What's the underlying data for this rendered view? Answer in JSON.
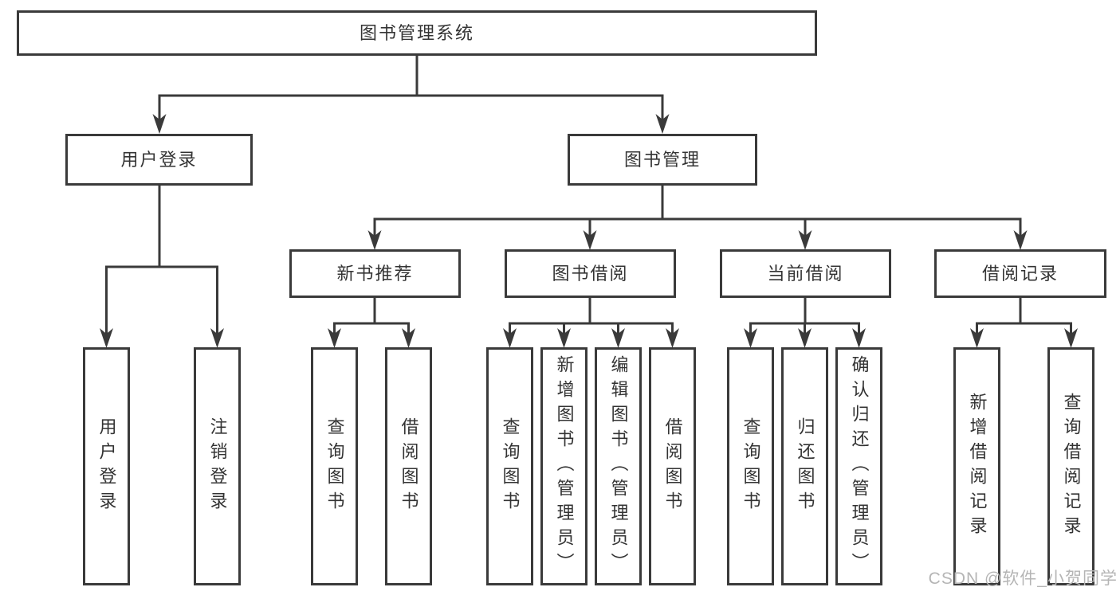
{
  "tree": {
    "label": "图书管理系统",
    "children": [
      {
        "label": "用户登录",
        "children": [
          {
            "label": "用户登录"
          },
          {
            "label": "注销登录"
          }
        ]
      },
      {
        "label": "图书管理",
        "children": [
          {
            "label": "新书推荐",
            "children": [
              {
                "label": "查询图书"
              },
              {
                "label": "借阅图书"
              }
            ]
          },
          {
            "label": "图书借阅",
            "children": [
              {
                "label": "查询图书"
              },
              {
                "label": "新增图书（管理员）"
              },
              {
                "label": "编辑图书（管理员）"
              },
              {
                "label": "借阅图书"
              }
            ]
          },
          {
            "label": "当前借阅",
            "children": [
              {
                "label": "查询图书"
              },
              {
                "label": "归还图书"
              },
              {
                "label": "确认归还（管理员）"
              }
            ]
          },
          {
            "label": "借阅记录",
            "children": [
              {
                "label": "新增借阅记录"
              },
              {
                "label": "查询借阅记录"
              }
            ]
          }
        ]
      }
    ]
  },
  "watermark": {
    "text": "CSDN @软件_小贺同学"
  },
  "colors": {
    "line": "#3a3a3a",
    "text": "#333333",
    "watermark": "#b5b5b5",
    "background": "#ffffff"
  }
}
